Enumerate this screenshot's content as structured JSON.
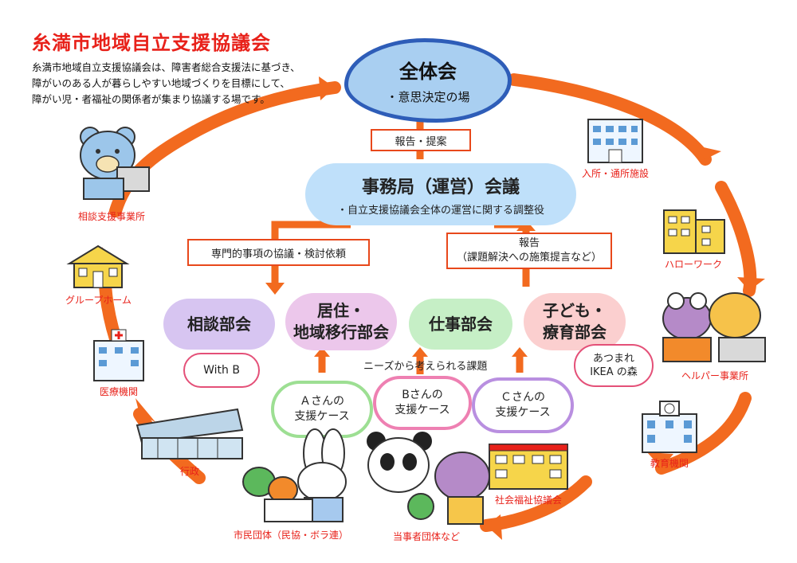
{
  "header": {
    "title": "糸満市地域自立支援協議会",
    "desc": [
      "糸満市地域自立支援協議会は、障害者総合支援法に基づき、",
      "障がいのある人が暮らしやすい地域づくりを目標にして、",
      "障がい児・者福祉の関係者が集まり協議する場です。"
    ]
  },
  "zentai": {
    "title": "全体会",
    "sub": "・意思決定の場"
  },
  "report_up": "報告・提案",
  "jimu": {
    "title": "事務局（運営）会議",
    "sub": "・自立支援協議会全体の運営に関する調整役"
  },
  "senmon": "専門的事項の協議・検討依頼",
  "report2": {
    "line1": "報告",
    "line2": "（課題解決への施策提言など）"
  },
  "bukai": {
    "soudan": "相談部会",
    "kyoju1": "居住・",
    "kyoju2": "地域移行部会",
    "shigoto": "仕事部会",
    "kodomo1": "子ども・",
    "kodomo2": "療育部会"
  },
  "with_b": "With B",
  "ikea": {
    "line1": "あつまれ",
    "line2": "IKEA の森"
  },
  "needs": "ニーズから考えられる課題",
  "cases": {
    "a1": "Ａさんの",
    "a2": "支援ケース",
    "b1": "Bさんの",
    "b2": "支援ケース",
    "c1": "Ｃさんの",
    "c2": "支援ケース"
  },
  "nodes": {
    "soudan_jigyousho": "相談支援事業所",
    "group_home": "グループホーム",
    "iryou": "医療機関",
    "gyousei": "行政",
    "shimin": "市民団体（民協・ボラ連）",
    "touji": "当事者団体など",
    "shakyo": "社会福祉協議会",
    "kyouiku": "教育機関",
    "helper": "ヘルパー事業所",
    "hellowork": "ハローワーク",
    "nyusho": "入所・通所施設"
  },
  "colors": {
    "accent": "#e8211a",
    "ring": "#f26a1f",
    "zentai_border": "#2e5db8"
  }
}
